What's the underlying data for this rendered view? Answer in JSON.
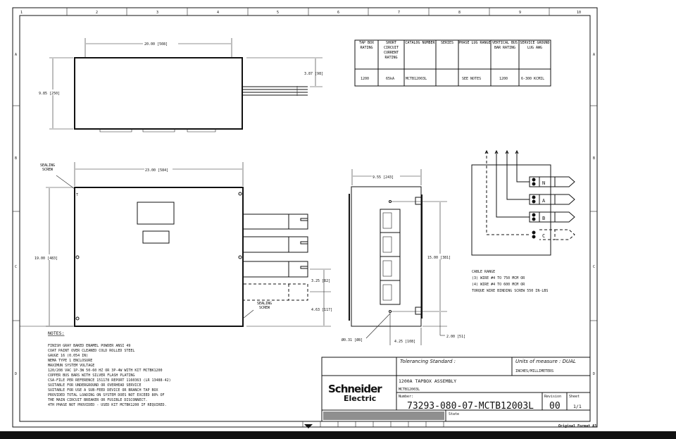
{
  "ruler": {
    "columns": [
      "1",
      "2",
      "3",
      "4",
      "5",
      "6",
      "7",
      "8",
      "9",
      "10"
    ],
    "rows": [
      "A",
      "B",
      "C",
      "D"
    ]
  },
  "spec_table": {
    "headers": [
      "TAP BOX RATING",
      "SHORT CIRCUIT CURRENT RATING",
      "CATALOG NUMBER",
      "SERIES",
      "PHASE LUG RANGE",
      "VERTICAL BUS BAR RATING",
      "SERVICE GROUND LUG AWG"
    ],
    "values": [
      "1200",
      "65kA",
      "MCTB12003L",
      "",
      "SEE NOTES",
      "1200",
      "6-300 KCMIL"
    ]
  },
  "top_view": {
    "width_dim": "20.00 [508]",
    "depth_dim": "9.85 [250]",
    "lug_dim": "3.87 [98]"
  },
  "front_view": {
    "width_dim": "23.00 [584]",
    "height_dim": "19.00 [483]",
    "sealing_screw_label": "SEALING SCREW",
    "lug_spacing_dim": "3.25 [82]",
    "lug_bottom_dim": "4.63 [117]"
  },
  "side_view": {
    "depth_dim": "9.55 [243]",
    "mount_dim": "15.00 [381]",
    "hole_dim": "Ø0.31 [Ø8]",
    "offset_dim": "4.25 [108]",
    "bottom_dim": "2.00 [51]"
  },
  "wiring": {
    "phases": [
      "N",
      "A",
      "B",
      "C"
    ],
    "cable_range_title": "CABLE RANGE",
    "cable_lines": [
      "(3)   WIRE #4 TO 750 MCM  OR",
      "(4)   WIRE #4 TO 600 MCM  OR",
      "TORQUE WIRE BINDING SCREW 550 IN-LBS"
    ]
  },
  "notes": {
    "title": "NOTES:",
    "lines": [
      "FINISH GRAY BAKED ENAMEL POWDER ANSI 49",
      "COAT PAINT OVER CLEANED COLD ROLLED STEEL",
      "GAUGE 16 (0.054 IN)",
      "NEMA TYPE 1 ENCLOSURE",
      "MAXIMUN SYSTEM VOLTAGE",
      "120/208 VAC 1P-3W 50-60 HZ OR 3P-4W WITH KIT MCTBK1200",
      "COPPER BUS BARS WITH SILVER FLASH PLATING",
      "CSA-FILE PER REFERENCE 151178 REPORT 1160363 (LR 13488-42)",
      "SUITABLE FOR UNDERGROUND OR OVERHEAD SERVICE",
      "SUITABLE FOR USE A SUB-FEED DEVICE OR BRANCH TAP BOX",
      "PROVIDED TOTAL LOADING ON SYSTEM DOES NOT EXCEED 80% OF",
      "THE MAIN CIRCUIT BREAKER OR FUSIBLE DISCONNECT.",
      "4TH PHASE NOT PROVIDED - USED KIT MCTBK1200 IF REQUIRED."
    ]
  },
  "title_block": {
    "tolerancing_label": "Tolerancing Standard :",
    "units_label": "Units of measure : DUAL",
    "units_value": "INCHES/MILLIMETERS",
    "logo_line1": "Schneider",
    "logo_line2": "Electric",
    "title": "1200A TAPBOX ASSEMBLY",
    "subtitle": "MCTB12003L",
    "number_label": "Number:",
    "number": "73293-080-07-MCTB12003L",
    "revision_label": "Revision",
    "revision": "00",
    "sheet_label": "Sheet",
    "sheet": "1/1",
    "state_label": "State",
    "original_format": "Original Format A3"
  }
}
